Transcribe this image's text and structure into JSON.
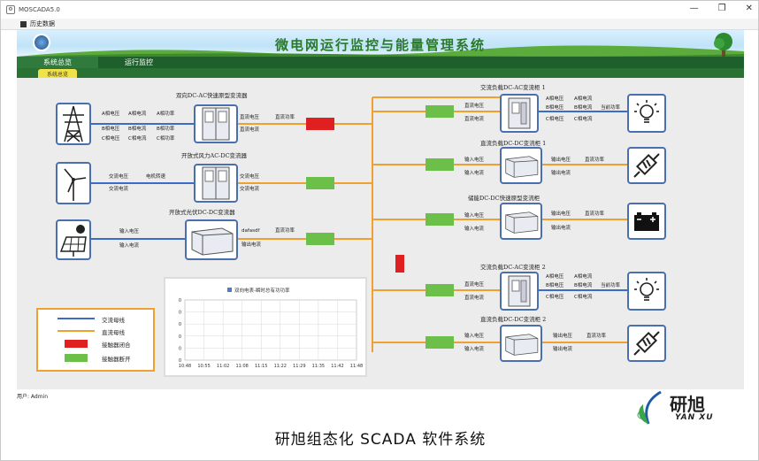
{
  "window": {
    "title": "MOSCADA5.0",
    "minimize": "—",
    "restore": "❐",
    "close": "✕"
  },
  "menu": {
    "item": "历史数据"
  },
  "header": {
    "title": "微电网运行监控与能量管理系统"
  },
  "nav": {
    "tabs": [
      "系统总览",
      "运行监控"
    ],
    "subtab": "系统总览"
  },
  "status": {
    "user": "用户: Admin"
  },
  "groups": {
    "bidir": {
      "title": "双向DC-AC快速原型变流器",
      "labels": [
        "A相电压",
        "A相电流",
        "A相功率",
        "B相电压",
        "B相电流",
        "B相功率",
        "C相电压",
        "C相电流",
        "C相功率"
      ],
      "dc": [
        "直流电压",
        "直流电流"
      ],
      "power": "直流功率"
    },
    "wind": {
      "title": "开放式风力AC-DC变流器",
      "ac": [
        "交流电压",
        "交流电流"
      ],
      "speed": "电机转速",
      "dc": [
        "交流电压",
        "交流电流"
      ]
    },
    "pv": {
      "title": "开放式光伏DC-DC变流器",
      "in": [
        "输入电压",
        "输入电流"
      ],
      "out": [
        "dafasdf",
        "输出电流"
      ],
      "power": "直流功率"
    },
    "acload1": {
      "title": "交流负载DC-AC变流柜 1",
      "dc": [
        "直流电压",
        "直流电流"
      ],
      "labels": [
        "A相电压",
        "A相电流",
        "B相电压",
        "B相电流",
        "C相电压",
        "C相电流"
      ],
      "power": "当前功率"
    },
    "dcload1": {
      "title": "直流负载DC-DC变流柜 1",
      "in": [
        "输入电压",
        "输入电流"
      ],
      "out": [
        "输出电压",
        "输出电流"
      ],
      "power": "直流功率"
    },
    "storage": {
      "title": "储能DC-DC快速原型变流柜",
      "in": [
        "输入电压",
        "输入电流"
      ],
      "out": [
        "输出电压",
        "输出电流"
      ],
      "power": "直流功率"
    },
    "acload2": {
      "title": "交流负载DC-AC变流柜 2",
      "dc": [
        "直流电压",
        "直流电流"
      ],
      "labels": [
        "A相电压",
        "A相电流",
        "B相电压",
        "B相电流",
        "C相电压",
        "C相电流"
      ],
      "power": "当前功率"
    },
    "dcload2": {
      "title": "直流负载DC-DC变流柜 2",
      "in": [
        "输入电压",
        "输入电流"
      ],
      "out": [
        "输出电压",
        "输出电流"
      ],
      "power": "直流功率"
    }
  },
  "legend": {
    "ac_bus": "交流母线",
    "dc_bus": "直流母线",
    "closed": "接触器闭合",
    "open": "接触器断开"
  },
  "colors": {
    "ac_bus": "#3a6cc8",
    "dc_bus": "#f0a030",
    "closed": "#e02020",
    "open": "#6cc04a",
    "frame": "#4a6fae"
  },
  "chart_data": {
    "type": "line",
    "title": "",
    "series": [
      {
        "name": "双向电表-瞬时总有功功率",
        "values": []
      }
    ],
    "x": [
      "10:48",
      "10:55",
      "11:02",
      "11:08",
      "11:15",
      "11:22",
      "11:29",
      "11:35",
      "11:42",
      "11:48"
    ],
    "yticks": [
      "0",
      "0",
      "0",
      "0",
      "0",
      "0"
    ],
    "xlabel": "",
    "ylabel": "",
    "grid": true,
    "legend": "top"
  },
  "footer": {
    "title": "研旭组态化 SCADA 软件系统",
    "brand_cn": "研旭",
    "brand_en": "YAN XU"
  }
}
